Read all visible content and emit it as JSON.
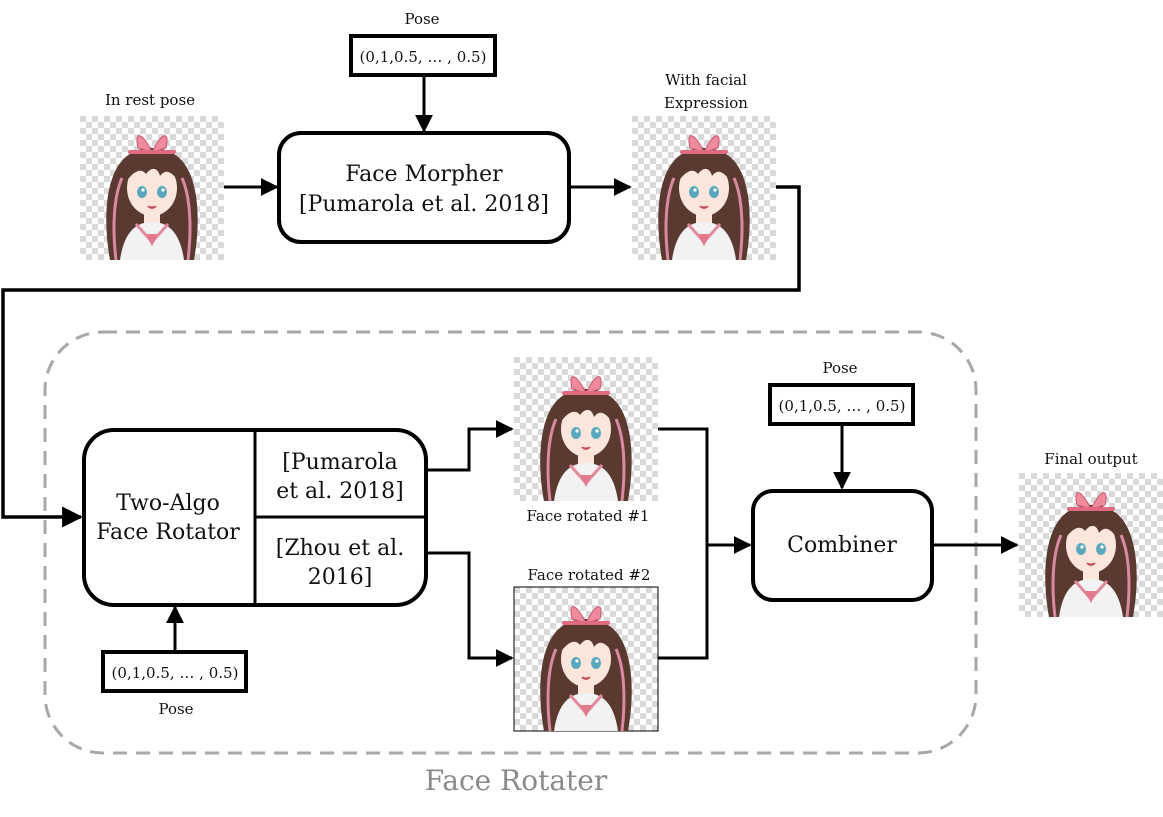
{
  "labels": {
    "pose_top": "Pose",
    "pose_combiner": "Pose",
    "pose_bottom": "Pose",
    "rest_pose": "In rest pose",
    "facial_line1": "With facial",
    "facial_line2": "Expression",
    "rotated1": "Face rotated #1",
    "rotated2": "Face rotated #2",
    "final_output": "Final output"
  },
  "pose_values": {
    "top": "(0,1,0.5, … , 0.5)",
    "combiner": "(0,1,0.5, … , 0.5)",
    "bottom": "(0,1,0.5, … , 0.5)"
  },
  "boxes": {
    "face_morpher_line1": "Face Morpher",
    "face_morpher_line2": "[Pumarola et al. 2018]",
    "rotator_line1": "Two-Algo",
    "rotator_line2": "Face Rotator",
    "algo1_line1": "[Pumarola",
    "algo1_line2": "et al. 2018]",
    "algo2_line1": "[Zhou et al.",
    "algo2_line2": "2016]",
    "combiner": "Combiner"
  },
  "group_title": "Face Rotater",
  "colors": {
    "stroke": "#000000",
    "dashed_group": "#a8a8a8",
    "group_title": "#8a8a8a",
    "ribbon": "#f08a9c",
    "hair": "#5a3a30",
    "skin": "#fbe6dc",
    "eye": "#5aa8c0"
  }
}
